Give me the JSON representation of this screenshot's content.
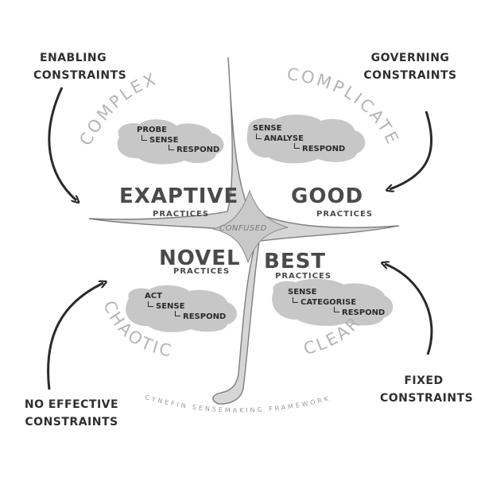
{
  "corners": {
    "top_left": {
      "line1": "Enabling",
      "line2": "Constraints"
    },
    "top_right": {
      "line1": "Governing",
      "line2": "Constraints"
    },
    "bottom_left": {
      "line1": "No Effective",
      "line2": "Constraints"
    },
    "bottom_right": {
      "line1": "Fixed",
      "line2": "Constraints"
    }
  },
  "domains": {
    "complex": "Complex",
    "complicated": "Complicated",
    "chaotic": "Chaotic",
    "clear": "Clear",
    "confused": "Confused"
  },
  "practices": {
    "complex": {
      "title": "Exaptive",
      "sub": "Practices"
    },
    "complicated": {
      "title": "Good",
      "sub": "Practices"
    },
    "chaotic": {
      "title": "Novel",
      "sub": "Practices"
    },
    "clear": {
      "title": "Best",
      "sub": "Practices"
    }
  },
  "steps": {
    "complex": [
      "Probe",
      "Sense",
      "Respond"
    ],
    "complicated": [
      "Sense",
      "Analyse",
      "Respond"
    ],
    "chaotic": [
      "Act",
      "Sense",
      "Respond"
    ],
    "clear": [
      "Sense",
      "Categorise",
      "Respond"
    ]
  },
  "footer": "Cynefin Sensemaking Framework",
  "colors": {
    "ink": "#2f2f2f",
    "domain_text": "#b5b5b5",
    "cloud": "#c7c7c7",
    "boundary_fill": "#d6d6d6",
    "boundary_stroke": "#7e7e7e"
  }
}
